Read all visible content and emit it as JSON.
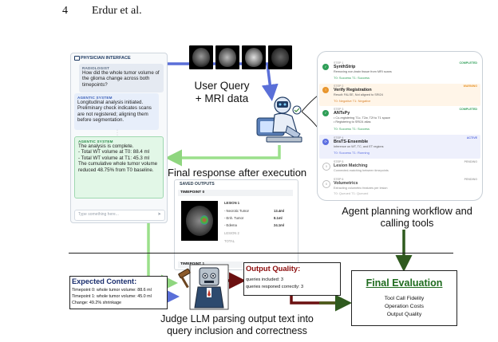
{
  "header": {
    "page_number": "4",
    "authors": "Erdur et al."
  },
  "physician_interface": {
    "title": "PHYSICIAN INTERFACE",
    "radiologist_label": "RADIOLOGIST",
    "radiologist_text": "How did the whole tumor volume of the glioma change across both timepoints?",
    "agent1_label": "AGENTIC SYSTEM",
    "agent1_text": "Longitudinal analysis initiated. Preliminary check indicates scans are not registered; aligning them before segmentation.",
    "agent2_label": "AGENTIC SYSTEM",
    "agent2_lines": [
      "The analysis is complete.",
      "- Total WT volume at T0: 88.4 ml",
      "- Total WT volume at T1: 45.3 ml",
      "The cumulative whole tumor volume reduced 48.75% from T0 baseline."
    ],
    "input_placeholder": "Type something here...",
    "send_icon": "send-icon"
  },
  "labels": {
    "user_query": "User Query + MRI data",
    "final_response": "Final response after execution",
    "agent_planning": "Agent planning workflow and calling tools",
    "judge": "Judge LLM parsing output text into query inclusion and correctness"
  },
  "workflow": {
    "steps": [
      {
        "tag": "STEP 1",
        "name": "SynthStrip",
        "desc": "Removing non-brain tissue from MRI scans",
        "result": "T0: Success  T1: Success",
        "status": "COMPLETED",
        "color": "#2e9e57",
        "status_color": "#2e9e57",
        "result_color": "#2e9e57"
      },
      {
        "tag": "STEP 2",
        "name": "Verify Registration",
        "desc": "Result: FALSE, Not aligned to SRI24",
        "result": "T0: Negative  T1: Negative",
        "status": "WARNING",
        "color": "#e8952c",
        "status_color": "#e8952c",
        "result_color": "#d9822b"
      },
      {
        "tag": "STEP 3",
        "name": "ANTsPy",
        "desc": "• Co-registering T1c, T2w, T2f to T1 space\n• Registering to SRI24 atlas",
        "result": "T0: Success  T1: Success",
        "status": "COMPLETED",
        "color": "#2e9e57",
        "status_color": "#2e9e57",
        "result_color": "#2e9e57"
      },
      {
        "tag": "STEP 4",
        "name": "BraTS-Ensemble",
        "desc": "Inference on WT, TC, and ET regions",
        "result": "T0: Success  T1: Running",
        "status": "ACTIVE",
        "color": "#5b6ee1",
        "status_color": "#5b6ee1",
        "result_color": "#5b6ee1"
      },
      {
        "tag": "STEP 5",
        "name": "Lesion Matching",
        "desc": "Connected-matching between timepoints",
        "result": "",
        "status": "PENDING",
        "color": "#bdbdbd",
        "status_color": "#aaaaaa",
        "result_color": "#aaaaaa"
      },
      {
        "tag": "STEP 6",
        "name": "Volumetrics",
        "desc": "Extracting volumetric features per lesion",
        "result": "T0: Queued  T1: Queued",
        "status": "PENDING",
        "color": "#bdbdbd",
        "status_color": "#aaaaaa",
        "result_color": "#aaaaaa"
      }
    ]
  },
  "saved_outputs": {
    "title": "SAVED OUTPUTS",
    "timepoint0": "TIMEPOINT 0",
    "timepoint1": "TIMEPOINT 1",
    "lesion1": "LESION 1",
    "rows": [
      {
        "label": "- Necrotic Tumor",
        "value": "13.4ml"
      },
      {
        "label": "- Enh. Tumor",
        "value": "8.1ml"
      },
      {
        "label": "- Edema",
        "value": "24.1ml"
      }
    ],
    "lesion2": "LESION 2",
    "total": "TOTAL"
  },
  "expected_content": {
    "title": "Expected Content:",
    "lines": [
      "Timepoint 0: whole tumor volume: 88.6 ml",
      "Timepoint 1: whole tumor volume: 45.0 ml",
      "Change: 49.2% shrinkage"
    ]
  },
  "output_quality": {
    "title": "Output Quality:",
    "lines": [
      "queries included: 3",
      "queries responed correctly: 3"
    ]
  },
  "final_evaluation": {
    "title": "Final Evaluation",
    "lines": [
      "Tool Call Fidelity",
      "Operation Costs",
      "Output Quality"
    ]
  },
  "colors": {
    "arrow_blue": "#5a6fd8",
    "arrow_green": "#9be08b",
    "arrow_dark_green": "#2f5a1e",
    "arrow_dark_red": "#6b1010"
  }
}
